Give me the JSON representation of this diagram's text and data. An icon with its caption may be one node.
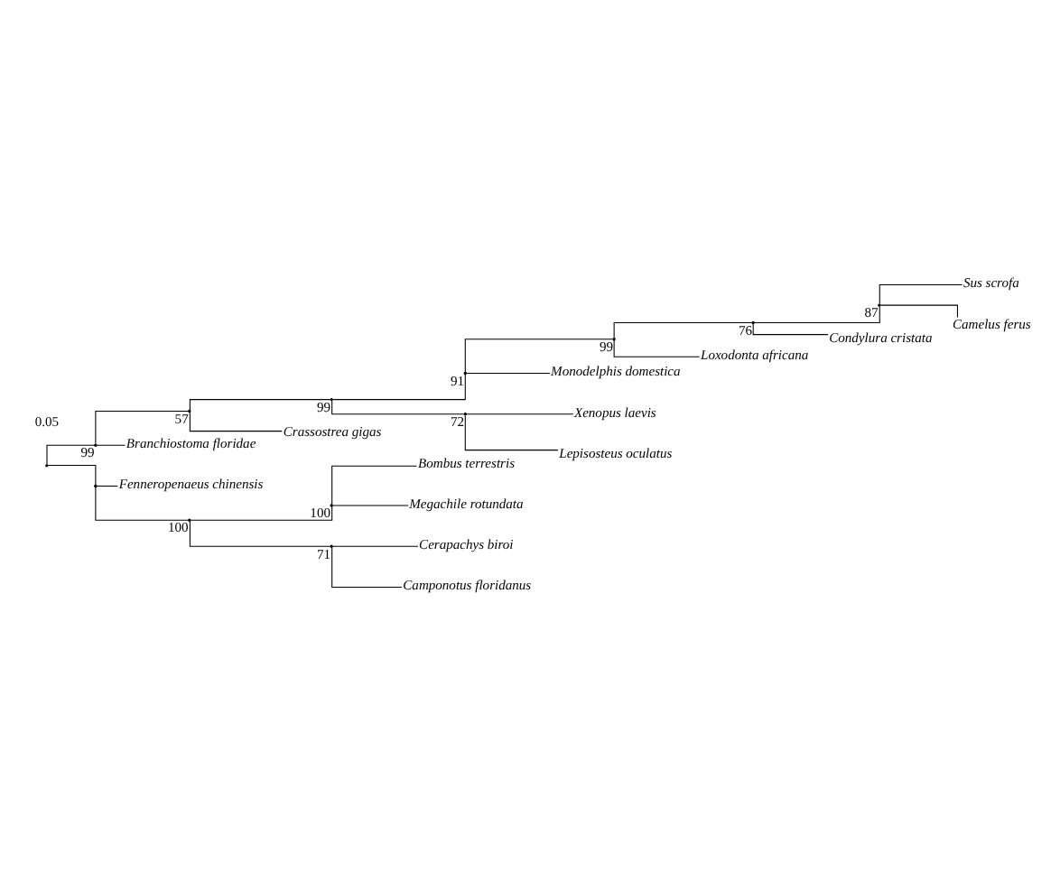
{
  "diagram": {
    "nodes": [
      {
        "text": [],
        "shape": "point"
      },
      {
        "text": [],
        "shape": "point",
        "beside": [
          "99"
        ]
      },
      {
        "text": [],
        "shape": "point",
        "beside": [
          "57"
        ]
      },
      {
        "text": [],
        "shape": "point",
        "beside": [
          "99"
        ]
      },
      {
        "text": [],
        "shape": "point",
        "beside": [
          "91"
        ]
      },
      {
        "text": [],
        "shape": "point",
        "beside": [
          "99"
        ]
      },
      {
        "text": [],
        "shape": "point",
        "beside": [
          "76"
        ]
      },
      {
        "text": [],
        "shape": "point",
        "beside": [
          "87"
        ]
      },
      {
        "text": [
          "Sus scrofa"
        ]
      },
      {
        "text": [
          "Camelus ferus"
        ]
      },
      {
        "text": [
          "Condylura cristata"
        ]
      },
      {
        "text": [
          "Loxodonta africana"
        ]
      },
      {
        "text": [
          "Monodelphis domestica"
        ]
      },
      {
        "text": [],
        "shape": "point",
        "beside": [
          "72"
        ]
      },
      {
        "text": [
          "Xenopus laevis"
        ]
      },
      {
        "text": [
          "Lepisosteus oculatus"
        ]
      },
      {
        "text": [
          "Crassostrea gigas"
        ]
      },
      {
        "text": [
          "Branchiostoma floridae"
        ]
      },
      {
        "text": [],
        "shape": "point"
      },
      {
        "text": [
          "Fenneropenaeus chinensis"
        ]
      },
      {
        "text": [],
        "shape": "point",
        "beside": [
          "100"
        ]
      },
      {
        "text": [],
        "shape": "point",
        "beside": [
          "100"
        ]
      },
      {
        "text": [
          "Bombus terrestris"
        ]
      },
      {
        "text": [
          "Megachile rotundata"
        ]
      },
      {
        "text": [],
        "shape": "point",
        "beside": [
          "71"
        ]
      },
      {
        "text": [
          "Cerapachys biroi"
        ]
      },
      {
        "text": [
          "Camponotus floridanus"
        ]
      }
    ],
    "edges": [
      {
        "from": 0,
        "to": 1,
        "arrow": "none"
      },
      {
        "from": 1,
        "to": 2,
        "arrow": "none"
      },
      {
        "from": 2,
        "to": 3,
        "arrow": "none"
      },
      {
        "from": 3,
        "to": 4,
        "arrow": "none"
      },
      {
        "from": 4,
        "to": 5,
        "arrow": "none"
      },
      {
        "from": 5,
        "to": 6,
        "arrow": "none"
      },
      {
        "from": 6,
        "to": 7,
        "arrow": "none"
      },
      {
        "from": 7,
        "to": 8,
        "arrow": "none"
      },
      {
        "from": 7,
        "to": 9,
        "arrow": "none"
      },
      {
        "from": 6,
        "to": 10,
        "arrow": "none"
      },
      {
        "from": 5,
        "to": 11,
        "arrow": "none"
      },
      {
        "from": 4,
        "to": 12,
        "arrow": "none"
      },
      {
        "from": 3,
        "to": 13,
        "arrow": "none"
      },
      {
        "from": 13,
        "to": 14,
        "arrow": "none"
      },
      {
        "from": 13,
        "to": 15,
        "arrow": "none"
      },
      {
        "from": 2,
        "to": 16,
        "arrow": "none"
      },
      {
        "from": 1,
        "to": 17,
        "arrow": "none"
      },
      {
        "from": 0,
        "to": 18,
        "arrow": "none"
      },
      {
        "from": 18,
        "to": 19,
        "arrow": "none"
      },
      {
        "from": 18,
        "to": 20,
        "arrow": "none"
      },
      {
        "from": 20,
        "to": 21,
        "arrow": "none"
      },
      {
        "from": 21,
        "to": 22,
        "arrow": "none"
      },
      {
        "from": 21,
        "to": 23,
        "arrow": "none"
      },
      {
        "from": 20,
        "to": 24,
        "arrow": "none"
      },
      {
        "from": 24,
        "to": 25,
        "arrow": "none"
      },
      {
        "from": 24,
        "to": 26,
        "arrow": "none"
      }
    ],
    "labels": [
      "0.05"
    ]
  }
}
